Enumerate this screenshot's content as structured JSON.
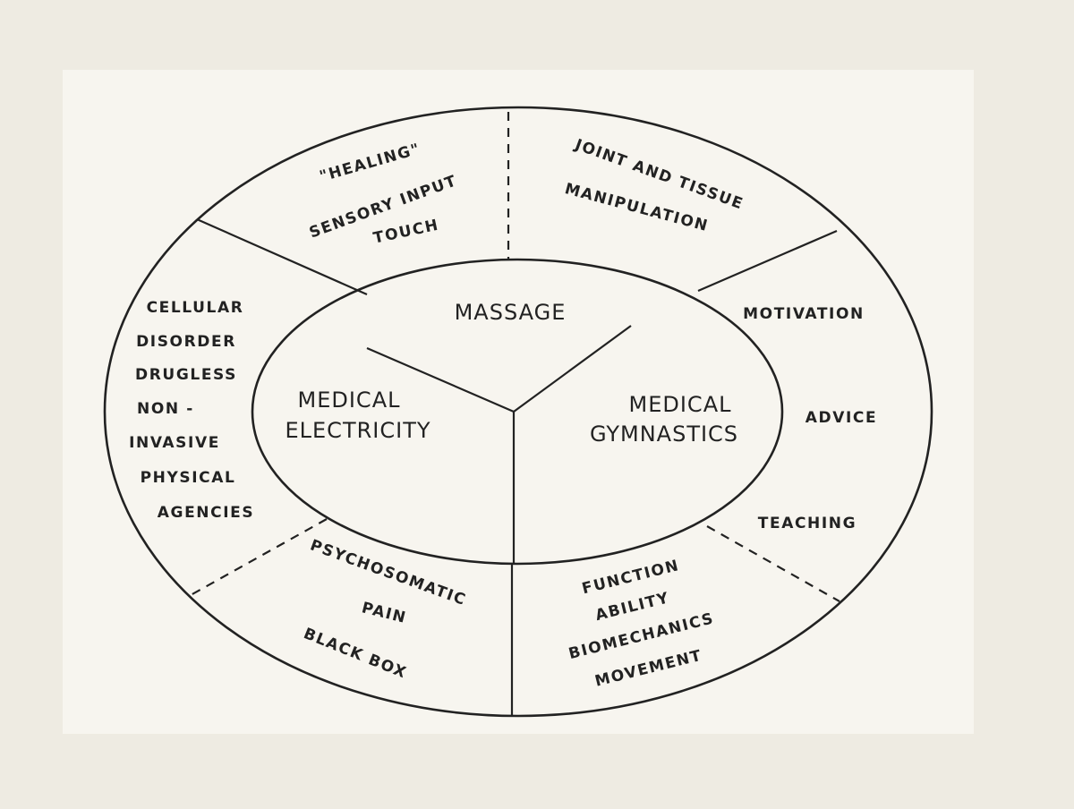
{
  "colors": {
    "background": "#eeebe2",
    "paper": "#f7f5ef",
    "ink": "#222222"
  },
  "inner": {
    "massage": "MASSAGE",
    "medical_electricity": [
      "MEDICAL",
      "ELECTRICITY"
    ],
    "medical_gymnastics": [
      "MEDICAL",
      "GYMNASTICS"
    ]
  },
  "outer": {
    "healing": [
      "\"HEALING\"",
      "SENSORY INPUT",
      "TOUCH"
    ],
    "joint": [
      "JOINT AND TISSUE",
      "MANIPULATION"
    ],
    "motivation": "MOTIVATION",
    "advice": "ADVICE",
    "teaching": "TEACHING",
    "function_group": [
      "FUNCTION",
      "ABILITY",
      "BIOMECHANICS",
      "MOVEMENT"
    ],
    "psycho_group": [
      "PSYCHOSOMATIC",
      "PAIN",
      "BLACK BOX"
    ],
    "cellular_group": [
      "CELLULAR",
      "DISORDER",
      "DRUGLESS",
      "NON -",
      "INVASIVE",
      "PHYSICAL",
      "AGENCIES"
    ]
  }
}
